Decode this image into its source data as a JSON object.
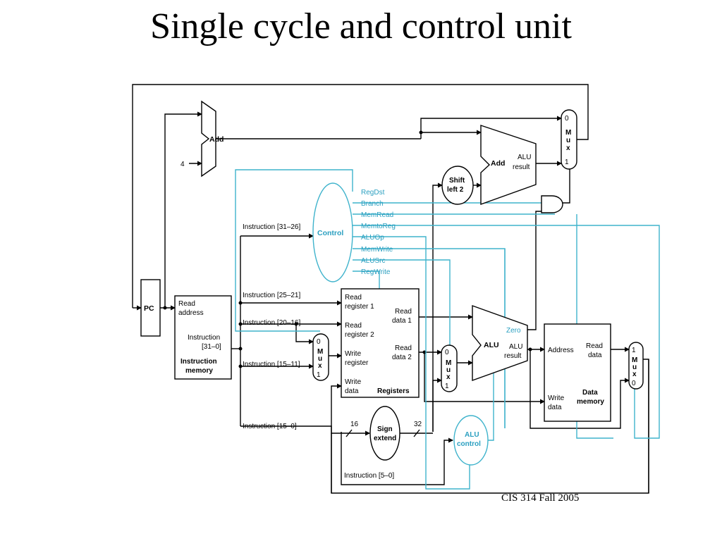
{
  "slide": {
    "title": "Single cycle and control unit",
    "footer": "CIS 314 Fall 2005"
  },
  "diagram": {
    "pc": "PC",
    "adder_top": {
      "label": "Add",
      "const": "4"
    },
    "adder_branch": {
      "label": "Add",
      "result_line1": "ALU",
      "result_line2": "result"
    },
    "shift": {
      "line1": "Shift",
      "line2": "left 2"
    },
    "control": {
      "label": "Control",
      "signals": [
        "RegDst",
        "Branch",
        "MemRead",
        "MemtoReg",
        "ALUOp",
        "MemWrite",
        "ALUSrc",
        "RegWrite"
      ]
    },
    "instr_memory": {
      "read_address_1": "Read",
      "read_address_2": "address",
      "instruction_1": "Instruction",
      "instruction_2": "[31–0]",
      "name_1": "Instruction",
      "name_2": "memory"
    },
    "fields": {
      "f31_26": "Instruction [31–26]",
      "f25_21": "Instruction [25–21]",
      "f20_16": "Instruction [20–16]",
      "f15_11": "Instruction [15–11]",
      "f15_0": "Instruction [15–0]",
      "f5_0": "Instruction [5–0]"
    },
    "registers": {
      "rr1_a": "Read",
      "rr1_b": "register 1",
      "rr2_a": "Read",
      "rr2_b": "register 2",
      "wr_a": "Write",
      "wr_b": "register",
      "wd_a": "Write",
      "wd_b": "data",
      "rd1_a": "Read",
      "rd1_b": "data 1",
      "rd2_a": "Read",
      "rd2_b": "data 2",
      "name": "Registers"
    },
    "mux": {
      "m": "M",
      "u": "u",
      "x": "x",
      "zero": "0",
      "one": "1"
    },
    "sign_extend": {
      "line1": "Sign",
      "line2": "extend",
      "in_width": "16",
      "out_width": "32"
    },
    "alu": {
      "label": "ALU",
      "zero": "Zero",
      "result_line1": "ALU",
      "result_line2": "result"
    },
    "alu_control": {
      "line1": "ALU",
      "line2": "control"
    },
    "data_memory": {
      "address": "Address",
      "read_1": "Read",
      "read_2": "data",
      "write_1": "Write",
      "write_2": "data",
      "name_1": "Data",
      "name_2": "memory"
    }
  }
}
